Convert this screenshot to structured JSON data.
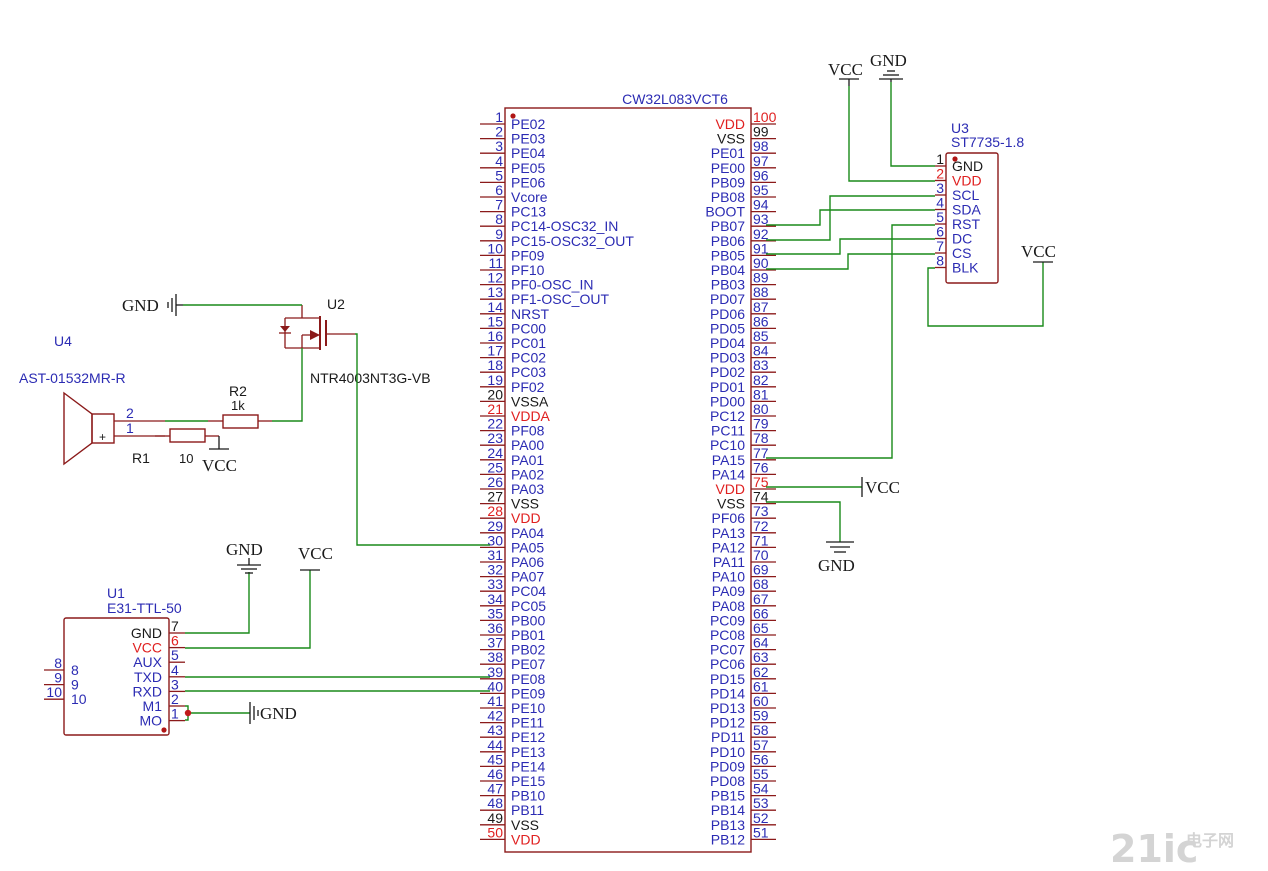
{
  "mcu": {
    "name": "CW32L083VCT6",
    "left_pins": [
      {
        "n": "1",
        "l": "PE02"
      },
      {
        "n": "2",
        "l": "PE03"
      },
      {
        "n": "3",
        "l": "PE04"
      },
      {
        "n": "4",
        "l": "PE05"
      },
      {
        "n": "5",
        "l": "PE06"
      },
      {
        "n": "6",
        "l": "Vcore"
      },
      {
        "n": "7",
        "l": "PC13"
      },
      {
        "n": "8",
        "l": "PC14-OSC32_IN"
      },
      {
        "n": "9",
        "l": "PC15-OSC32_OUT"
      },
      {
        "n": "10",
        "l": "PF09"
      },
      {
        "n": "11",
        "l": "PF10"
      },
      {
        "n": "12",
        "l": "PF0-OSC_IN"
      },
      {
        "n": "13",
        "l": "PF1-OSC_OUT"
      },
      {
        "n": "14",
        "l": "NRST"
      },
      {
        "n": "15",
        "l": "PC00"
      },
      {
        "n": "16",
        "l": "PC01"
      },
      {
        "n": "17",
        "l": "PC02"
      },
      {
        "n": "18",
        "l": "PC03"
      },
      {
        "n": "19",
        "l": "PF02"
      },
      {
        "n": "20",
        "l": "VSSA",
        "k": 1
      },
      {
        "n": "21",
        "l": "VDDA",
        "r": 1
      },
      {
        "n": "22",
        "l": "PF08"
      },
      {
        "n": "23",
        "l": "PA00"
      },
      {
        "n": "24",
        "l": "PA01"
      },
      {
        "n": "25",
        "l": "PA02"
      },
      {
        "n": "26",
        "l": "PA03"
      },
      {
        "n": "27",
        "l": "VSS",
        "k": 1
      },
      {
        "n": "28",
        "l": "VDD",
        "r": 1
      },
      {
        "n": "29",
        "l": "PA04"
      },
      {
        "n": "30",
        "l": "PA05"
      },
      {
        "n": "31",
        "l": "PA06"
      },
      {
        "n": "32",
        "l": "PA07"
      },
      {
        "n": "33",
        "l": "PC04"
      },
      {
        "n": "34",
        "l": "PC05"
      },
      {
        "n": "35",
        "l": "PB00"
      },
      {
        "n": "36",
        "l": "PB01"
      },
      {
        "n": "37",
        "l": "PB02"
      },
      {
        "n": "38",
        "l": "PE07"
      },
      {
        "n": "39",
        "l": "PE08"
      },
      {
        "n": "40",
        "l": "PE09"
      },
      {
        "n": "41",
        "l": "PE10"
      },
      {
        "n": "42",
        "l": "PE11"
      },
      {
        "n": "43",
        "l": "PE12"
      },
      {
        "n": "44",
        "l": "PE13"
      },
      {
        "n": "45",
        "l": "PE14"
      },
      {
        "n": "46",
        "l": "PE15"
      },
      {
        "n": "47",
        "l": "PB10"
      },
      {
        "n": "48",
        "l": "PB11"
      },
      {
        "n": "49",
        "l": "VSS",
        "k": 1
      },
      {
        "n": "50",
        "l": "VDD",
        "r": 1
      }
    ],
    "right_pins": [
      {
        "n": "100",
        "l": "VDD",
        "r": 1
      },
      {
        "n": "99",
        "l": "VSS",
        "k": 1
      },
      {
        "n": "98",
        "l": "PE01"
      },
      {
        "n": "97",
        "l": "PE00"
      },
      {
        "n": "96",
        "l": "PB09"
      },
      {
        "n": "95",
        "l": "PB08"
      },
      {
        "n": "94",
        "l": "BOOT"
      },
      {
        "n": "93",
        "l": "PB07"
      },
      {
        "n": "92",
        "l": "PB06"
      },
      {
        "n": "91",
        "l": "PB05"
      },
      {
        "n": "90",
        "l": "PB04"
      },
      {
        "n": "89",
        "l": "PB03"
      },
      {
        "n": "88",
        "l": "PD07"
      },
      {
        "n": "87",
        "l": "PD06"
      },
      {
        "n": "86",
        "l": "PD05"
      },
      {
        "n": "85",
        "l": "PD04"
      },
      {
        "n": "84",
        "l": "PD03"
      },
      {
        "n": "83",
        "l": "PD02"
      },
      {
        "n": "82",
        "l": "PD01"
      },
      {
        "n": "81",
        "l": "PD00"
      },
      {
        "n": "80",
        "l": "PC12"
      },
      {
        "n": "79",
        "l": "PC11"
      },
      {
        "n": "78",
        "l": "PC10"
      },
      {
        "n": "77",
        "l": "PA15"
      },
      {
        "n": "76",
        "l": "PA14"
      },
      {
        "n": "75",
        "l": "VDD",
        "r": 1
      },
      {
        "n": "74",
        "l": "VSS",
        "k": 1
      },
      {
        "n": "73",
        "l": "PF06"
      },
      {
        "n": "72",
        "l": "PA13"
      },
      {
        "n": "71",
        "l": "PA12"
      },
      {
        "n": "70",
        "l": "PA11"
      },
      {
        "n": "69",
        "l": "PA10"
      },
      {
        "n": "68",
        "l": "PA09"
      },
      {
        "n": "67",
        "l": "PA08"
      },
      {
        "n": "66",
        "l": "PC09"
      },
      {
        "n": "65",
        "l": "PC08"
      },
      {
        "n": "64",
        "l": "PC07"
      },
      {
        "n": "63",
        "l": "PC06"
      },
      {
        "n": "62",
        "l": "PD15"
      },
      {
        "n": "61",
        "l": "PD14"
      },
      {
        "n": "60",
        "l": "PD13"
      },
      {
        "n": "59",
        "l": "PD12"
      },
      {
        "n": "58",
        "l": "PD11"
      },
      {
        "n": "57",
        "l": "PD10"
      },
      {
        "n": "56",
        "l": "PD09"
      },
      {
        "n": "55",
        "l": "PD08"
      },
      {
        "n": "54",
        "l": "PB15"
      },
      {
        "n": "53",
        "l": "PB14"
      },
      {
        "n": "52",
        "l": "PB13"
      },
      {
        "n": "51",
        "l": "PB12"
      }
    ]
  },
  "u3": {
    "ref": "U3",
    "part": "ST7735-1.8",
    "pins": [
      {
        "n": "1",
        "l": "GND",
        "k": 1
      },
      {
        "n": "2",
        "l": "VDD",
        "r": 1
      },
      {
        "n": "3",
        "l": "SCL"
      },
      {
        "n": "4",
        "l": "SDA"
      },
      {
        "n": "5",
        "l": "RST"
      },
      {
        "n": "6",
        "l": "DC"
      },
      {
        "n": "7",
        "l": "CS"
      },
      {
        "n": "8",
        "l": "BLK"
      }
    ]
  },
  "u1": {
    "ref": "U1",
    "part": "E31-TTL-50",
    "pins": [
      {
        "n": "7",
        "l": "GND",
        "k": 1
      },
      {
        "n": "6",
        "l": "VCC",
        "r": 1
      },
      {
        "n": "5",
        "l": "AUX"
      },
      {
        "n": "4",
        "l": "TXD"
      },
      {
        "n": "3",
        "l": "RXD"
      },
      {
        "n": "2",
        "l": "M1"
      },
      {
        "n": "1",
        "l": "MO"
      }
    ],
    "left_pins": [
      {
        "n": "8",
        "l": "8"
      },
      {
        "n": "9",
        "l": "9"
      },
      {
        "n": "10",
        "l": "10"
      }
    ]
  },
  "u2": {
    "ref": "U2",
    "part": "NTR4003NT3G-VB"
  },
  "u4": {
    "ref": "U4",
    "part": "AST-01532MR-R",
    "pin_a": "2",
    "pin_b": "1",
    "plus": "+"
  },
  "r2": {
    "ref": "R2",
    "value": "1k"
  },
  "r1": {
    "ref": "R1",
    "value": "10"
  },
  "power": {
    "vcc": "VCC",
    "gnd": "GND"
  },
  "watermark": {
    "brand": "21ic",
    "cn": "电子网"
  }
}
